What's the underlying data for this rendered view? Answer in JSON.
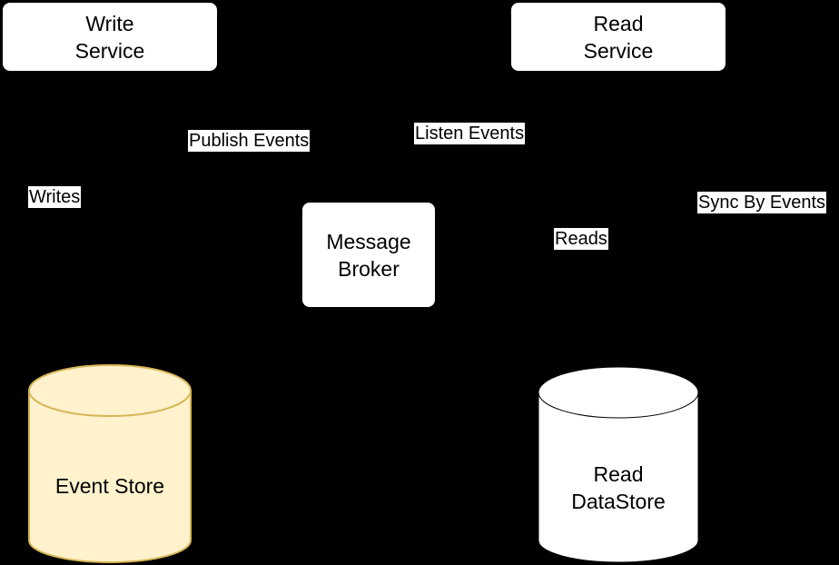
{
  "nodes": {
    "write_service": "Write\nService",
    "read_service": "Read\nService",
    "message_broker": "Message\nBroker",
    "event_store": "Event Store",
    "read_datastore": "Read\nDataStore"
  },
  "edge_labels": {
    "publish_events": "Publish Events",
    "listen_events": "Listen Events",
    "writes": "Writes",
    "sync_by_events": "Sync By Events",
    "reads": "Reads"
  },
  "colors": {
    "background": "#000000",
    "box_fill": "#ffffff",
    "event_store_fill": "#fff2cc",
    "event_store_stroke": "#d6b656"
  }
}
